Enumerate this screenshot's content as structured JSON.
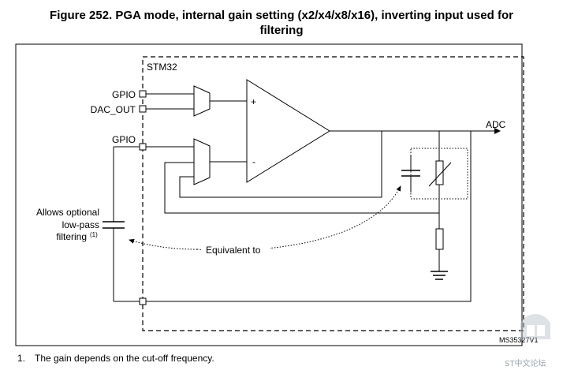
{
  "figure": {
    "title_line1": "Figure 252. PGA mode, internal gain setting (x2/x4/x8/x16), inverting input used for",
    "title_line2": "filtering",
    "code": "MS35327V1"
  },
  "labels": {
    "stm32": "STM32",
    "gpio_top": "GPIO",
    "dac_out": "DAC_OUT",
    "gpio_mid": "GPIO",
    "adc": "ADC",
    "plus": "+",
    "minus": "-",
    "optional_line1": "Allows optional",
    "optional_line2": "low-pass",
    "optional_line3": "filtering",
    "optional_ref": "(1)",
    "equivalent": "Equivalent to"
  },
  "footnote": {
    "number": "1.",
    "text": "The gain depends on the cut-off frequency."
  },
  "watermark": "ST中文论坛"
}
